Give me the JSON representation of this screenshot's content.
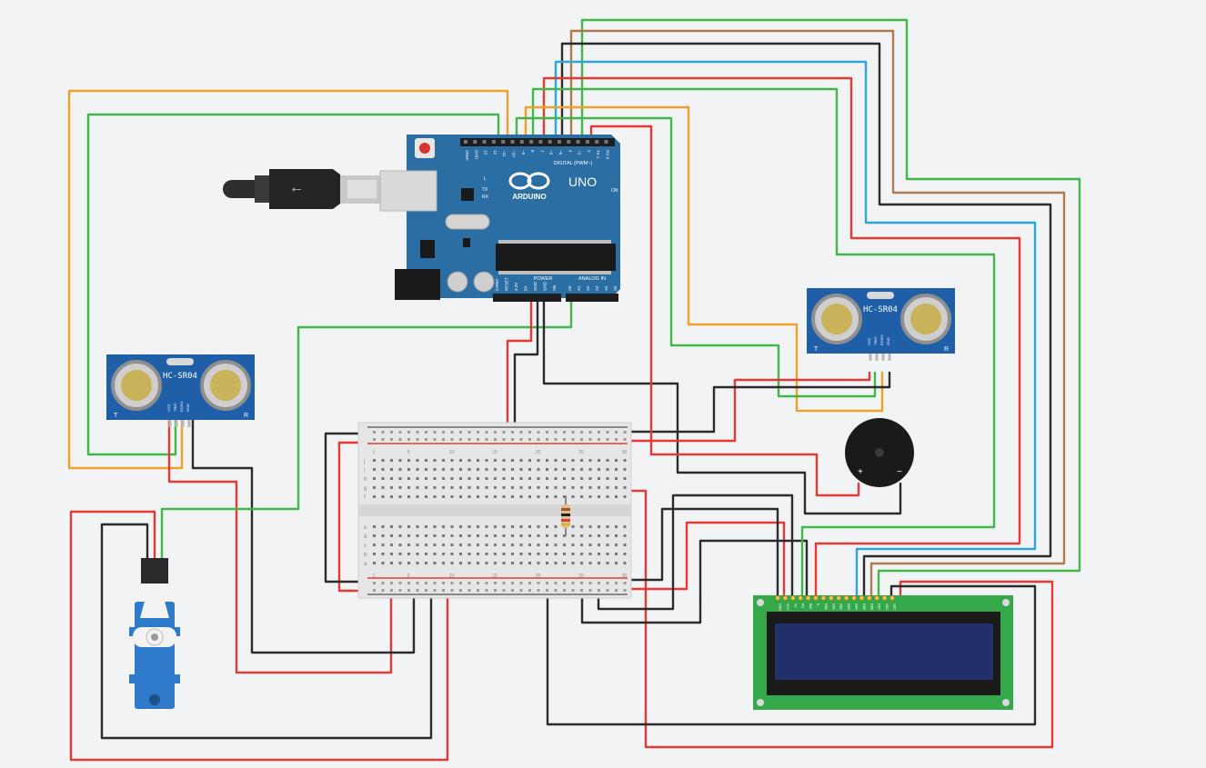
{
  "colors": {
    "background": "#f2f3f5",
    "arduino_board": "#2a6ea4",
    "sensor_board": "#1e5fa8",
    "lcd_pcb": "#35a84a",
    "lcd_screen": "#21306a",
    "breadboard": "#e6e6e6",
    "wire_red": "#e53935",
    "wire_black": "#2b2b2b",
    "wire_green": "#43b649",
    "wire_orange": "#f0a12a",
    "wire_blue": "#2ea3dc",
    "wire_brown": "#b07a4e"
  },
  "arduino": {
    "brand": "ARDUINO",
    "model": "UNO",
    "digital_label": "DIGITAL (PWM~)",
    "power_label": "POWER",
    "analog_label": "ANALOG IN",
    "on_label": "ON",
    "tx_label": "TX",
    "rx_label": "RX",
    "l_label": "L",
    "top_pin_labels": [
      "AREF",
      "GND",
      "13",
      "12",
      "~11",
      "~10",
      "~9",
      "8",
      "7",
      "~6",
      "~5",
      "4",
      "~3",
      "2",
      "TX 1",
      "RX 0"
    ],
    "power_pin_labels": [
      "IOREF",
      "RESET",
      "3.3V",
      "5V",
      "GND",
      "GND",
      "Vin"
    ],
    "analog_pin_labels": [
      "A0",
      "A1",
      "A2",
      "A3",
      "A4",
      "A5"
    ]
  },
  "sensors": [
    {
      "label": "HC-SR04",
      "pins": [
        "VCC",
        "TRIG",
        "ECHO",
        "GND"
      ],
      "left_mark": "T",
      "right_mark": "R"
    },
    {
      "label": "HC-SR04",
      "pins": [
        "VCC",
        "TRIG",
        "ECHO",
        "GND"
      ],
      "left_mark": "T",
      "right_mark": "R"
    }
  ],
  "breadboard": {
    "row_letters_top": [
      "j",
      "i",
      "h",
      "g",
      "f"
    ],
    "row_letters_bottom": [
      "e",
      "d",
      "c",
      "b",
      "a"
    ],
    "column_numbers": [
      "1",
      "5",
      "10",
      "15",
      "20",
      "25",
      "30"
    ]
  },
  "buzzer": {
    "plus": "+",
    "minus": "−"
  },
  "lcd": {
    "pin_labels": [
      "GND",
      "VCC",
      "V0",
      "RS",
      "RW",
      "E",
      "DB0",
      "DB1",
      "DB2",
      "DB3",
      "DB4",
      "DB5",
      "DB6",
      "DB7",
      "LED",
      "LED"
    ]
  }
}
